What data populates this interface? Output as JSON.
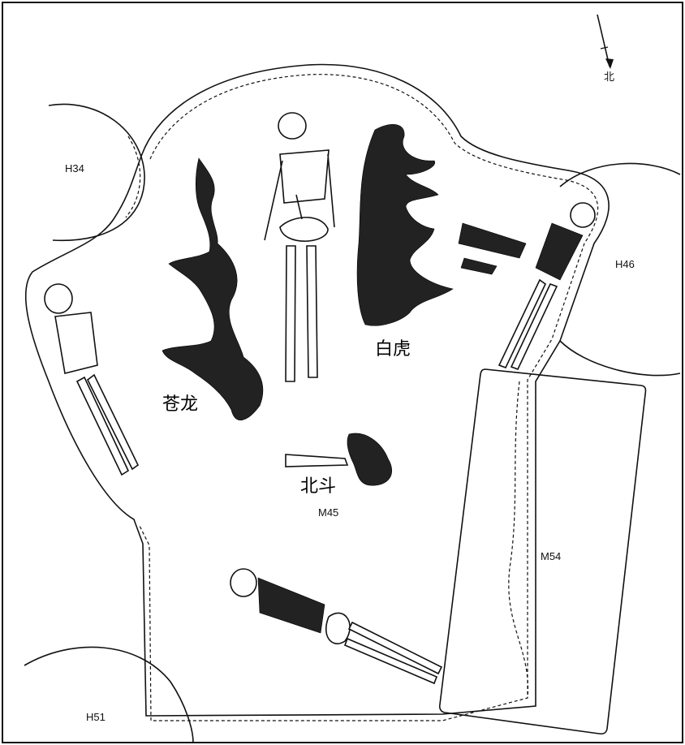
{
  "north": {
    "label": "北"
  },
  "pits": {
    "H34": "H34",
    "H46": "H46",
    "H51": "H51",
    "M45": "M45",
    "M54": "M54"
  },
  "figures": {
    "dragon": "苍龙",
    "tiger": "白虎",
    "dipper": "北斗"
  },
  "colors": {
    "ink": "#111111",
    "paper": "#ffffff"
  }
}
